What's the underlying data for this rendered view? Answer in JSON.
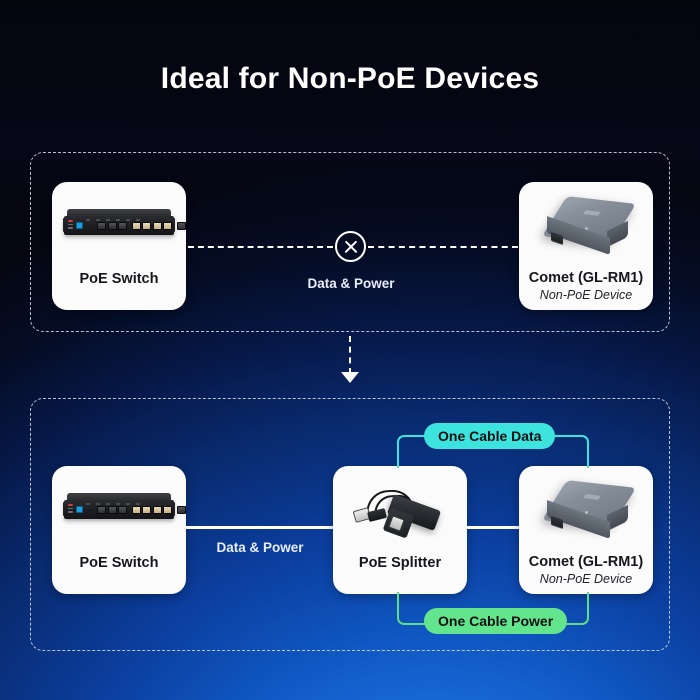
{
  "page": {
    "title": "Ideal for Non-PoE Devices",
    "background_top": "#07070f",
    "background_accent": "#1a6fe0"
  },
  "top_section": {
    "name": "non-poe-direct-connection",
    "source_card": {
      "label": "PoE Switch",
      "icon": "poe-switch-icon"
    },
    "connector": {
      "label": "Data & Power",
      "status_icon": "x-circle-icon",
      "style": "dashed",
      "color": "#ffffff"
    },
    "target_card": {
      "label": "Comet (GL-RM1)",
      "sublabel": "Non-PoE Device",
      "icon": "comet-device-icon"
    }
  },
  "transition": {
    "arrow_icon": "arrow-down-icon",
    "style": "dashed"
  },
  "bottom_section": {
    "name": "poe-splitter-solution",
    "source_card": {
      "label": "PoE Switch",
      "icon": "poe-switch-icon"
    },
    "connector_1": {
      "label": "Data & Power",
      "style": "solid",
      "color": "#ffffff"
    },
    "splitter_card": {
      "label": "PoE Splitter",
      "icon": "poe-splitter-icon"
    },
    "target_card": {
      "label": "Comet (GL-RM1)",
      "sublabel": "Non-PoE Device",
      "icon": "comet-device-icon"
    },
    "data_branch": {
      "label": "One Cable Data",
      "color": "#3de3dd"
    },
    "power_branch": {
      "label": "One Cable Power",
      "color": "#63e58d"
    }
  }
}
